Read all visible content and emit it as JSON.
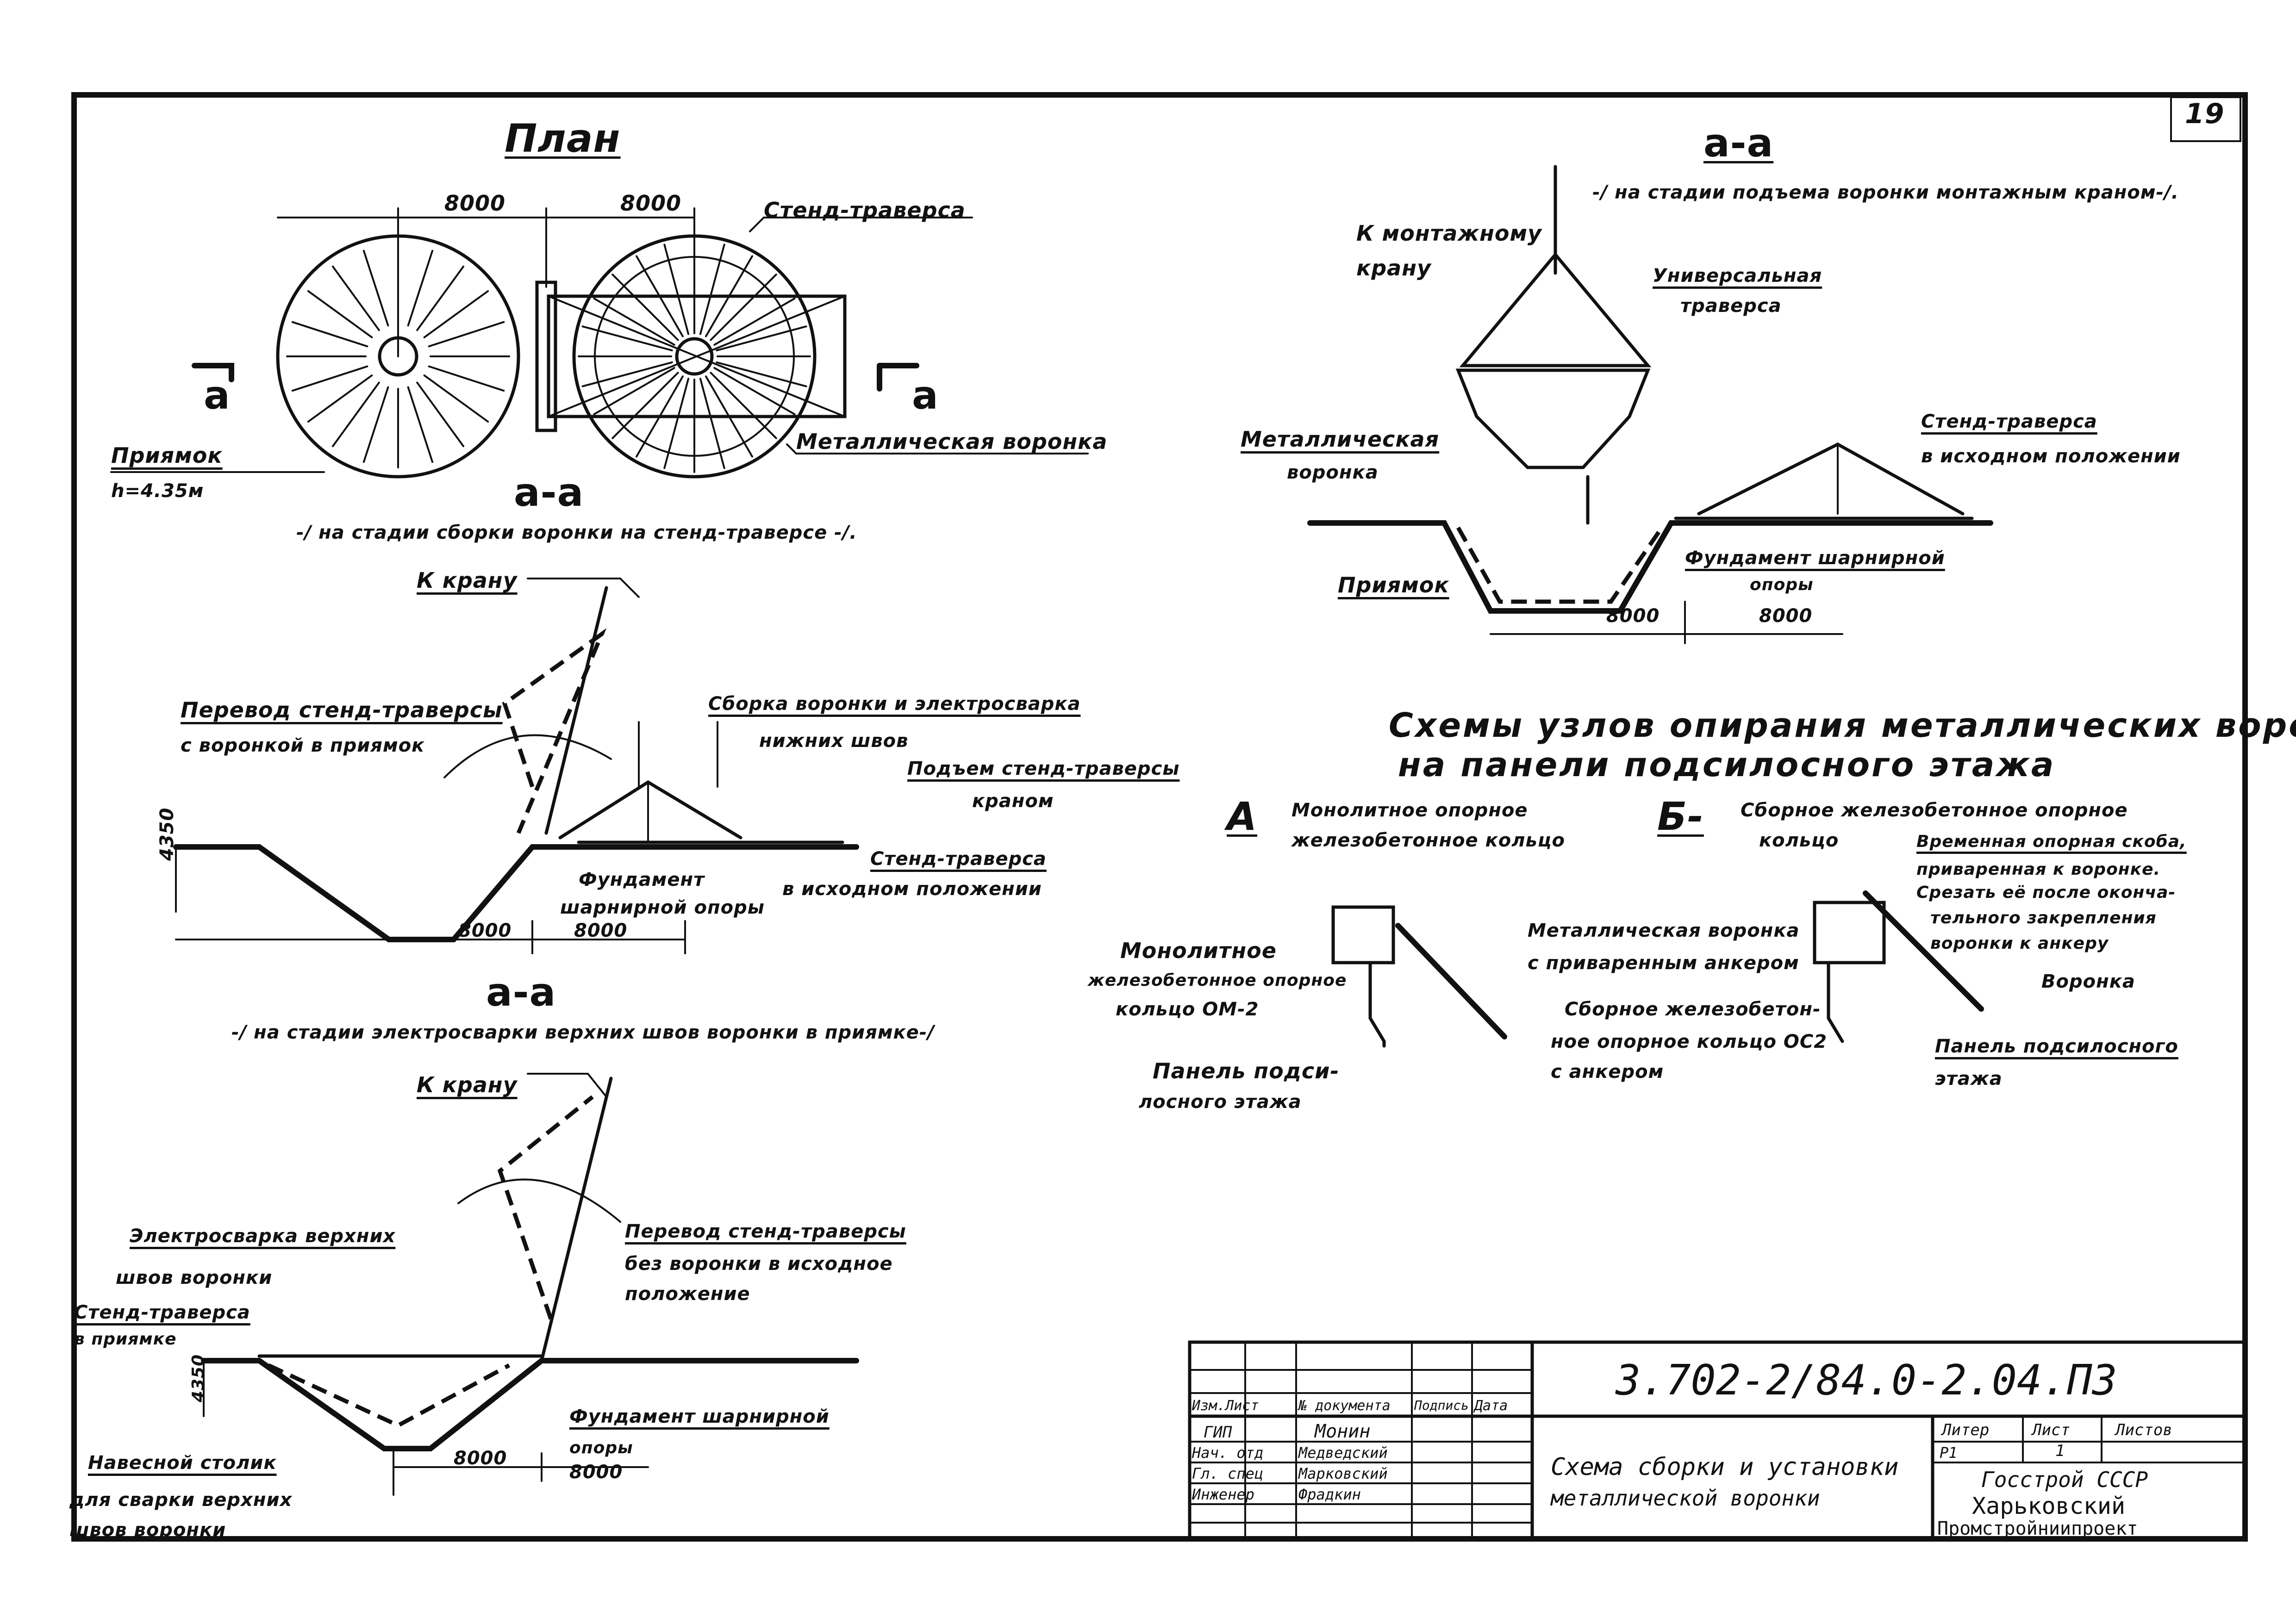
{
  "sheet_number": "19",
  "plan": {
    "title": "План",
    "dim_left": "8000",
    "dim_right": "8000",
    "section_mark_left": "а",
    "section_mark_right": "а",
    "label_stand": "Стенд-траверса",
    "label_pit": "Приямок",
    "label_pit_depth": "h=4.35м",
    "label_funnel": "Металлическая воронка"
  },
  "section1": {
    "title": "а-а",
    "subtitle": "-/ на стадии сборки воронки на стенд-траверсе -/.",
    "to_crane": "К крану",
    "transfer": "Перевод стенд-траверсы",
    "transfer2": "с воронкой в приямок",
    "assembly": "Сборка воронки и электросварка",
    "assembly2": "нижних швов",
    "lift": "Подъем стенд-траверсы",
    "lift2": "краном",
    "stand_initial": "Стенд-траверса",
    "stand_initial2": "в исходном положении",
    "foundation": "Фундамент",
    "foundation2": "шарнирной опоры",
    "depth": "4350",
    "dim1": "8000",
    "dim2": "8000"
  },
  "section2": {
    "title": "а-а",
    "subtitle": "-/ на стадии электросварки верхних швов воронки в приямке-/",
    "to_crane": "К крану",
    "weld_top": "Электросварка верхних",
    "weld_top2": "швов воронки",
    "stand_pit": "Стенд-траверса",
    "stand_pit2": "в приямке",
    "transfer": "Перевод стенд-траверсы",
    "transfer2": "без воронки в исходное",
    "transfer3": "положение",
    "foundation": "Фундамент шарнирной",
    "supports": "опоры",
    "table": "Навесной столик",
    "table2": "для сварки верхних",
    "table3": "швов воронки",
    "depth": "4350",
    "dim1": "8000",
    "dim2": "8000"
  },
  "section3": {
    "title": "а-а",
    "subtitle": "-/ на стадии подъема воронки монтажным краном-/.",
    "to_crane": "К монтажному",
    "to_crane2": "крану",
    "traverse": "Универсальная",
    "traverse2": "траверса",
    "funnel": "Металлическая",
    "funnel2": "воронка",
    "stand": "Стенд-траверса",
    "stand2": "в исходном положении",
    "foundation": "Фундамент шарнирной",
    "supports": "опоры",
    "pit": "Приямок",
    "dim1": "8000",
    "dim2": "8000"
  },
  "nodes": {
    "title": "Схемы узлов опирания металлических воронок",
    "title2": "на панели подсилосного этажа",
    "a_mark": "А",
    "a_title": "Монолитное опорное",
    "a_title2": "железобетонное кольцо",
    "a_ring": "Монолитное",
    "a_ring2": "железобетонное опорное",
    "a_ring3": "кольцо ОМ-2",
    "a_panel": "Панель подси-",
    "a_panel2": "лосного этажа",
    "metal_funnel": "Металлическая воронка",
    "metal_funnel2": "с приваренным анкером",
    "precast": "Сборное железобетон-",
    "precast2": "ное опорное кольцо ОС2",
    "precast3": "с анкером",
    "b_mark": "Б-",
    "b_title": "Сборное железобетонное опорное",
    "b_title2": "кольцо",
    "temp1": "Временная опорная скоба,",
    "temp2": "приваренная к воронке.",
    "temp3": "Срезать её после оконча-",
    "temp4": "тельного закрепления",
    "temp5": "воронки к анкеру",
    "b_funnel": "Воронка",
    "b_panel": "Панель подсилосного",
    "b_panel2": "этажа"
  },
  "title_block": {
    "doc_code": "3.702-2/84.0-2.04.ПЗ",
    "header_cols": [
      "Изм.Лист",
      "№ документа",
      "Подпись",
      "Дата"
    ],
    "rows": [
      {
        "role": "ГИП",
        "name": "Монин"
      },
      {
        "role": "Нач. отд",
        "name": "Медведский"
      },
      {
        "role": "Гл. спец",
        "name": "Марковский"
      },
      {
        "role": "Инженер",
        "name": "Фрадкин"
      }
    ],
    "title": "Схема сборки и установки",
    "title2": "металлической воронки",
    "stage_label": "Литер",
    "sheet_label": "Лист",
    "sheets_label": "Листов",
    "stage": "Р1",
    "sheet": "1",
    "org": "Госстрой СССР",
    "org2": "Харьковский",
    "org3": "Промстройниипроект"
  }
}
